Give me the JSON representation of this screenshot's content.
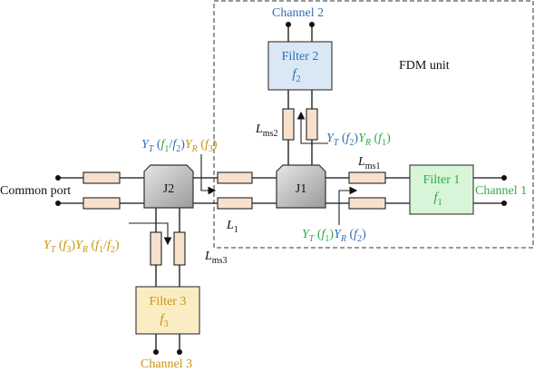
{
  "fdm_unit_label": "FDM unit",
  "ports": {
    "common": "Common port",
    "channel1": "Channel 1",
    "channel2": "Channel 2",
    "channel3": "Channel 3"
  },
  "junctions": {
    "j1": "J1",
    "j2": "J2"
  },
  "filters": {
    "filter1": {
      "name": "Filter 1",
      "freq_base": "f",
      "freq_sub": "1",
      "color": "#d9f5d9"
    },
    "filter2": {
      "name": "Filter 2",
      "freq_base": "f",
      "freq_sub": "2",
      "color": "#dae7f5"
    },
    "filter3": {
      "name": "Filter 3",
      "freq_base": "f",
      "freq_sub": "3",
      "color": "#faedc4"
    }
  },
  "lines": {
    "l1": {
      "base": "L",
      "sub": "1"
    },
    "lms1": {
      "base": "L",
      "sub": "ms1"
    },
    "lms2": {
      "base": "L",
      "sub": "ms2"
    },
    "lms3": {
      "base": "L",
      "sub": "ms3"
    }
  },
  "admittances": {
    "top_j2": "Y_T(f1/f2)Y_R(f3)",
    "top_j1": "Y_T(f2)Y_R(f1)",
    "bottom_j1": "Y_T(f1)Y_R(f2)",
    "bottom_j2": "Y_T(f3)Y_R(f1/f2)"
  },
  "colors": {
    "blue": "#2f6fb3",
    "green": "#2cab4a",
    "orange": "#c8930f",
    "resistor_fill": "#f7e0cc",
    "junction_fill": "#c9c9c9"
  }
}
